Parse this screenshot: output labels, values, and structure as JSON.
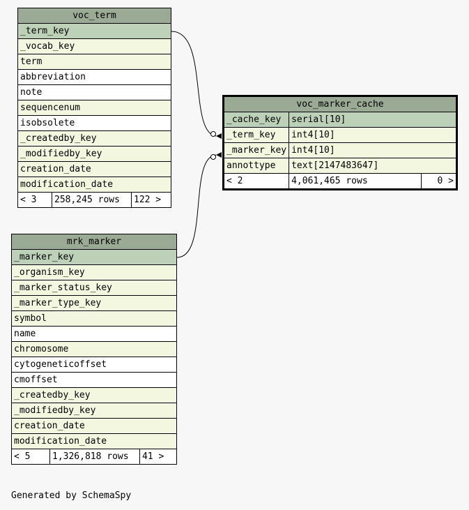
{
  "tables": {
    "voc_term": {
      "name": "voc_term",
      "columns": [
        {
          "name": "_term_key",
          "kind": "pk"
        },
        {
          "name": "_vocab_key",
          "kind": "fk"
        },
        {
          "name": "term",
          "kind": "fk"
        },
        {
          "name": "abbreviation",
          "kind": "plain"
        },
        {
          "name": "note",
          "kind": "plain"
        },
        {
          "name": "sequencenum",
          "kind": "fk"
        },
        {
          "name": "isobsolete",
          "kind": "plain"
        },
        {
          "name": "_createdby_key",
          "kind": "fk"
        },
        {
          "name": "_modifiedby_key",
          "kind": "fk"
        },
        {
          "name": "creation_date",
          "kind": "fk"
        },
        {
          "name": "modification_date",
          "kind": "fk"
        }
      ],
      "footer": {
        "parents": "< 3",
        "rows": "258,245 rows",
        "children": "122 >"
      }
    },
    "mrk_marker": {
      "name": "mrk_marker",
      "columns": [
        {
          "name": "_marker_key",
          "kind": "pk"
        },
        {
          "name": "_organism_key",
          "kind": "fk"
        },
        {
          "name": "_marker_status_key",
          "kind": "fk"
        },
        {
          "name": "_marker_type_key",
          "kind": "fk"
        },
        {
          "name": "symbol",
          "kind": "fk"
        },
        {
          "name": "name",
          "kind": "plain"
        },
        {
          "name": "chromosome",
          "kind": "fk"
        },
        {
          "name": "cytogeneticoffset",
          "kind": "plain"
        },
        {
          "name": "cmoffset",
          "kind": "plain"
        },
        {
          "name": "_createdby_key",
          "kind": "fk"
        },
        {
          "name": "_modifiedby_key",
          "kind": "fk"
        },
        {
          "name": "creation_date",
          "kind": "fk"
        },
        {
          "name": "modification_date",
          "kind": "fk"
        }
      ],
      "footer": {
        "parents": "< 5",
        "rows": "1,326,818 rows",
        "children": "41 >"
      }
    },
    "voc_marker_cache": {
      "name": "voc_marker_cache",
      "columns": [
        {
          "name": "_cache_key",
          "type": "serial[10]",
          "kind": "pk"
        },
        {
          "name": "_term_key",
          "type": "int4[10]",
          "kind": "fk"
        },
        {
          "name": "_marker_key",
          "type": "int4[10]",
          "kind": "fk"
        },
        {
          "name": "annottype",
          "type": "text[2147483647]",
          "kind": "fk"
        }
      ],
      "footer": {
        "parents": "< 2",
        "rows": "4,061,465 rows",
        "children": "0 >"
      }
    }
  },
  "relationships": [
    {
      "from": "voc_marker_cache._term_key",
      "to": "voc_term._term_key"
    },
    {
      "from": "voc_marker_cache._marker_key",
      "to": "mrk_marker._marker_key"
    }
  ],
  "footer_note": "Generated by SchemaSpy"
}
